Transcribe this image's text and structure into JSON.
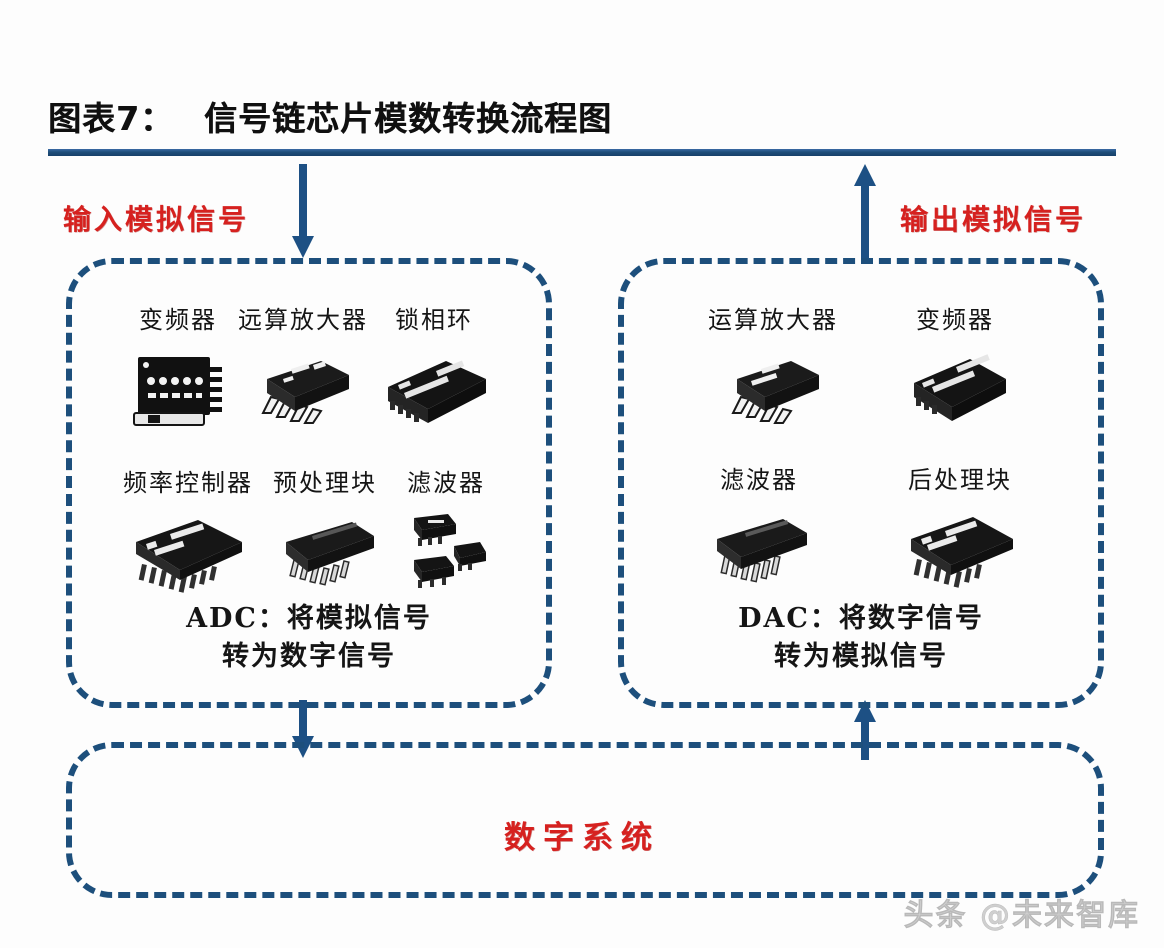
{
  "header": {
    "figure_label": "图表7：",
    "title": "信号链芯片模数转换流程图",
    "rule_color": "#1f4e79"
  },
  "signal_labels": {
    "input": "输入模拟信号",
    "output": "输出模拟信号",
    "digital_system": "数字系统",
    "color": "#d6211f"
  },
  "boxes": {
    "border_color": "#1d4f7c",
    "adc": {
      "rows": [
        {
          "components": [
            {
              "label": "变频器",
              "icon": "ic-chip-square-icon"
            },
            {
              "label": "远算放大器",
              "icon": "ic-chip-soic-icon"
            },
            {
              "label": "锁相环",
              "icon": "ic-chip-flat-icon"
            }
          ]
        },
        {
          "components": [
            {
              "label": "频率控制器",
              "icon": "ic-chip-qfp-icon"
            },
            {
              "label": "预处理块",
              "icon": "ic-chip-dip-icon"
            },
            {
              "label": "滤波器",
              "icon": "ic-chip-sot-cluster-icon"
            }
          ]
        }
      ],
      "caption_line1": "ADC：将模拟信号",
      "caption_line2": "转为数字信号"
    },
    "dac": {
      "rows": [
        {
          "components": [
            {
              "label": "运算放大器",
              "icon": "ic-chip-soic-icon"
            },
            {
              "label": "变频器",
              "icon": "ic-chip-flat-icon"
            }
          ]
        },
        {
          "components": [
            {
              "label": "滤波器",
              "icon": "ic-chip-dip-icon"
            },
            {
              "label": "后处理块",
              "icon": "ic-chip-qfp-icon"
            }
          ]
        }
      ],
      "caption_line1": "DAC：将数字信号",
      "caption_line2": "转为模拟信号"
    }
  },
  "arrows": {
    "input_arrow": "arrow-down-icon",
    "output_arrow": "arrow-up-icon",
    "adc_to_digital_arrow": "arrow-down-icon",
    "digital_to_dac_arrow": "arrow-up-icon",
    "color": "#1d5084"
  },
  "watermark": "头条 @未来智库"
}
